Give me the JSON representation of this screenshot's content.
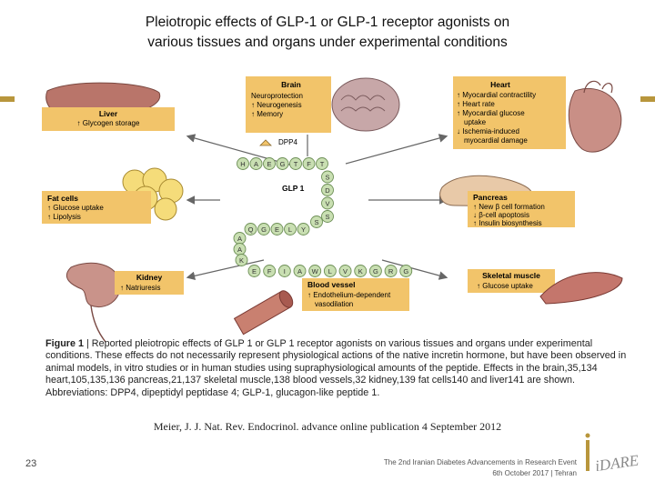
{
  "slide": {
    "title_line1": "Pleiotropic effects of GLP‐1 or GLP‐1 receptor agonists on",
    "title_line2": "various tissues and organs under experimental conditions"
  },
  "diagram": {
    "brain": {
      "title": "Brain",
      "items": [
        "Neuroprotection",
        "↑ Neurogenesis",
        "↑ Memory"
      ]
    },
    "heart": {
      "title": "Heart",
      "items": [
        "↑ Myocardial contractility",
        "↑ Heart rate",
        "↑ Myocardial glucose",
        "uptake",
        "↓ Ischemia-induced",
        "myocardial damage"
      ]
    },
    "liver": {
      "title": "Liver",
      "items": [
        "↑ Glycogen storage"
      ]
    },
    "fat": {
      "title": "Fat cells",
      "items": [
        "↑ Glucose uptake",
        "↑ Lipolysis"
      ]
    },
    "pancreas": {
      "title": "Pancreas",
      "items": [
        "↑ New β cell formation",
        "↓ β-cell apoptosis",
        "↑ Insulin biosynthesis"
      ]
    },
    "kidney": {
      "title": "Kidney",
      "items": [
        "↑ Natriuresis"
      ]
    },
    "muscle": {
      "title": "Skeletal muscle",
      "items": [
        "↑ Glucose uptake"
      ]
    },
    "vessel": {
      "title": "Blood vessel",
      "items": [
        "↑ Endothelium-dependent",
        "vasodilation"
      ]
    },
    "dpp4_label": "DPP4",
    "glp1_label": "GLP 1",
    "peptide": {
      "row1": [
        "H",
        "A",
        "E",
        "G",
        "T",
        "F",
        "T"
      ],
      "col_down": [
        "S",
        "D",
        "V",
        "S"
      ],
      "col_return": [
        "S"
      ],
      "row2": [
        "Q",
        "G",
        "E",
        "L",
        "Y"
      ],
      "col_left": [
        "A",
        "A",
        "K"
      ],
      "row3": [
        "E",
        "F",
        "I",
        "A",
        "W",
        "L",
        "V",
        "K",
        "G",
        "R",
        "G"
      ]
    }
  },
  "caption": {
    "label": "Figure 1",
    "text": " | Reported pleiotropic effects of GLP 1 or GLP 1 receptor agonists on various tissues and organs under experimental conditions. These effects do not necessarily represent physiological actions of the native incretin hormone, but have been observed in animal models, in vitro studies or in human studies using supraphysiological amounts of the peptide. Effects in the brain,35,134 heart,105,135,136 pancreas,21,137 skeletal muscle,138 blood vessels,32 kidney,139 fat cells140 and liver141 are shown. Abbreviations: DPP4, dipeptidyl peptidase 4; GLP-1, glucagon-like peptide 1."
  },
  "citation": "Meier, J. J. Nat. Rev. Endocrinol. advance online publication 4 September 2012",
  "footer": {
    "page_number": "23",
    "event_line1": "The 2nd Iranian Diabetes Advancements in Research Event",
    "event_line2": "6th October 2017  |  Tehran",
    "logo_text": "iDARE"
  },
  "colors": {
    "box_fill": "#f2c46a",
    "bead_fill": "#c9dfb2",
    "bead_stroke": "#6d8f56",
    "accent_gold": "#b8963c"
  }
}
